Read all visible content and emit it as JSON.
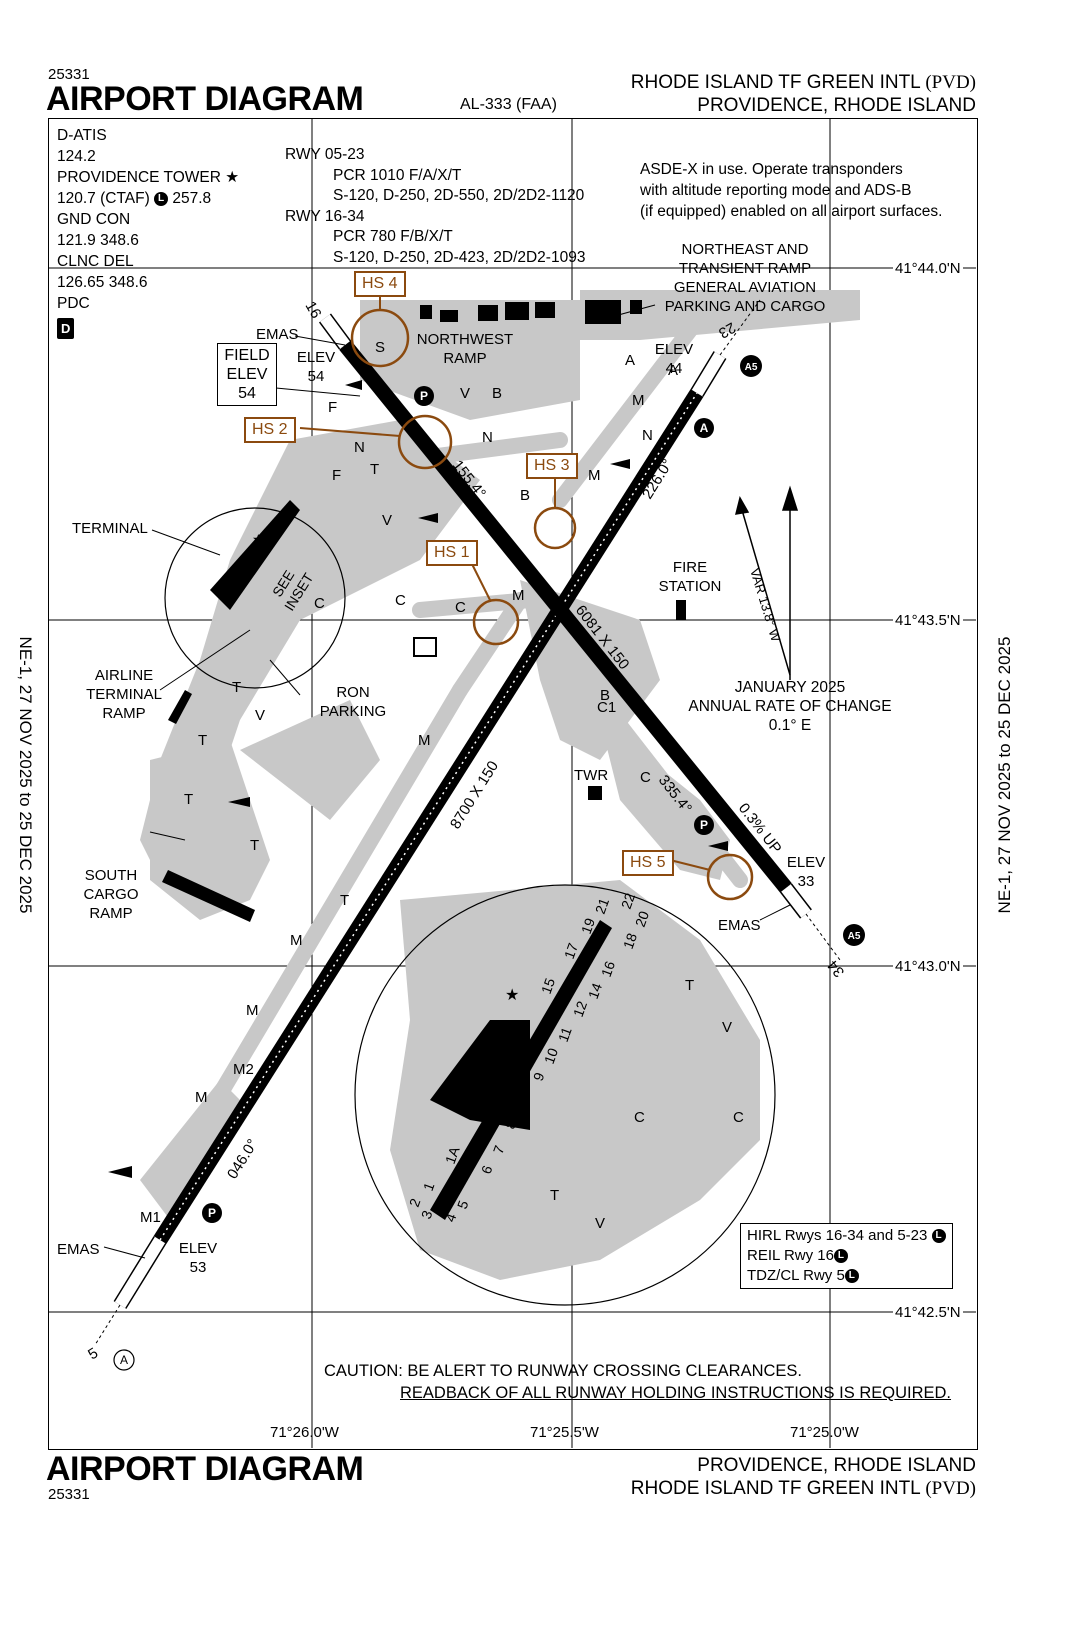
{
  "header": {
    "chart_number": "25331",
    "title": "AIRPORT DIAGRAM",
    "doc_id": "AL-333 (FAA)",
    "airport_name": "RHODE ISLAND TF GREEN INTL",
    "airport_code": "(PVD)",
    "city_state": "PROVIDENCE, RHODE ISLAND"
  },
  "footer": {
    "chart_number": "25331",
    "title": "AIRPORT DIAGRAM",
    "city_state": "PROVIDENCE, RHODE ISLAND",
    "airport_name": "RHODE ISLAND TF GREEN INTL",
    "airport_code": "(PVD)"
  },
  "side_labels": {
    "left": "NE-1, 27 NOV 2025 to 25 DEC 2025",
    "right": "NE-1, 27 NOV 2025 to 25 DEC 2025"
  },
  "frequencies": [
    "D-ATIS",
    "124.2",
    "PROVIDENCE TOWER",
    "120.7 (CTAF)",
    "257.8",
    "GND CON",
    "121.9  348.6",
    "CLNC DEL",
    "126.65  348.6",
    "PDC"
  ],
  "freq_badges": {
    "lighting": "L",
    "dataterm": "D",
    "tower_star": "★"
  },
  "runway_data": {
    "rwy1_name": "RWY 05-23",
    "rwy1_pcr": "PCR 1010 F/A/X/T",
    "rwy1_weights": "S-120, D-250, 2D-550, 2D/2D2-1120",
    "rwy2_name": "RWY 16-34",
    "rwy2_pcr": "PCR 780 F/B/X/T",
    "rwy2_weights": "S-120, D-250, 2D-423, 2D/2D2-1093"
  },
  "asde_note": {
    "line1": "ASDE-X in use. Operate transponders",
    "line2": "with altitude reporting mode and ADS-B",
    "line3": "(if equipped) enabled on all airport surfaces."
  },
  "area_labels": {
    "ne_ramp_1": "NORTHEAST AND",
    "ne_ramp_2": "TRANSIENT RAMP",
    "ne_ramp_3": "GENERAL AVIATION",
    "ne_ramp_4": "PARKING AND CARGO",
    "nw_ramp_1": "NORTHWEST",
    "nw_ramp_2": "RAMP",
    "terminal": "TERMINAL",
    "airline_1": "AIRLINE",
    "airline_2": "TERMINAL",
    "airline_3": "RAMP",
    "ron_1": "RON",
    "ron_2": "PARKING",
    "south_1": "SOUTH",
    "south_2": "CARGO",
    "south_3": "RAMP",
    "fire_1": "FIRE",
    "fire_2": "STATION",
    "twr": "TWR",
    "see_inset_1": "SEE",
    "see_inset_2": "INSET",
    "emas": "EMAS"
  },
  "field_elev": {
    "line1": "FIELD",
    "line2": "ELEV",
    "value": "54"
  },
  "elevations": {
    "rwy16": {
      "label": "ELEV",
      "value": "54"
    },
    "rwy23": {
      "label": "ELEV",
      "value": "44"
    },
    "rwy34": {
      "label": "ELEV",
      "value": "33"
    },
    "rwy05": {
      "label": "ELEV",
      "value": "53"
    }
  },
  "runways": {
    "rwy_16_34_dims": "6081 X 150",
    "rwy_05_23_dims": "8700 X 150",
    "hdg_155": "155.4°",
    "hdg_226": "226.0°",
    "hdg_335": "335.4°",
    "hdg_046": "046.0°",
    "slope": "0.3% UP",
    "end_16": "16",
    "end_23": "23",
    "end_34": "34",
    "end_5": "5"
  },
  "hot_spots": [
    "HS 4",
    "HS 2",
    "HS 3",
    "HS 1",
    "HS 5"
  ],
  "magvar": {
    "var": "VAR 13.8° W",
    "rate_1": "JANUARY 2025",
    "rate_2": "ANNUAL RATE OF CHANGE",
    "rate_3": "0.1° E"
  },
  "lat_labels": [
    "41°44.0'N",
    "41°43.5'N",
    "41°43.0'N",
    "41°42.5'N"
  ],
  "lon_labels": [
    "71°26.0'W",
    "71°25.5'W",
    "71°25.0'W"
  ],
  "lighting_notes": {
    "line1": "HIRL Rwys 16-34 and 5-23",
    "line2": "REIL Rwy 16",
    "line3": "TDZ/CL Rwy 5"
  },
  "caution": {
    "line1": "CAUTION: BE ALERT TO RUNWAY CROSSING CLEARANCES.",
    "line2": "READBACK OF ALL RUNWAY HOLDING INSTRUCTIONS IS REQUIRED."
  },
  "taxiways": {
    "s": "S",
    "v": "V",
    "b": "B",
    "n": "N",
    "f": "F",
    "t": "T",
    "a": "A",
    "m": "M",
    "c": "C",
    "c1": "C1",
    "m1": "M1",
    "m2": "M2",
    "p": "P",
    "a5": "A5"
  },
  "gates": [
    "1",
    "1A",
    "2",
    "3",
    "4",
    "5",
    "6",
    "7",
    "8",
    "9",
    "10",
    "11",
    "12",
    "14",
    "15",
    "16",
    "17",
    "18",
    "19",
    "20",
    "21",
    "22"
  ],
  "colors": {
    "hotspot": "#8b4a0f",
    "pavement": "#c8c8c8",
    "runway": "#000000"
  }
}
